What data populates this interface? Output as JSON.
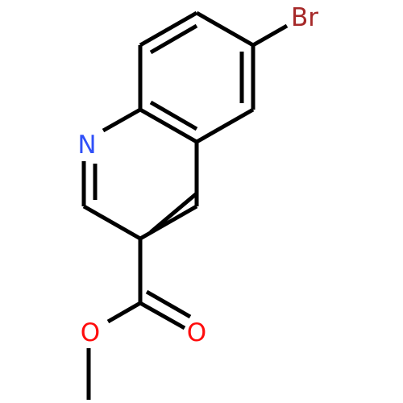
{
  "molecule": {
    "atoms": {
      "nitrogen": {
        "symbol": "N",
        "color": "#3050F8"
      },
      "bromine": {
        "symbol": "Br",
        "color": "#A62929"
      },
      "carbonyl_oxygen": {
        "symbol": "O",
        "color": "#FF0D0D"
      },
      "ester_oxygen": {
        "symbol": "O",
        "color": "#FF0D0D"
      }
    },
    "bond_color": "#000000"
  }
}
